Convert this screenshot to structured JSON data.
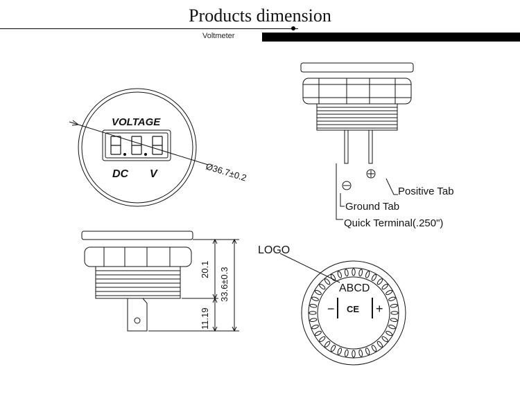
{
  "header": {
    "title": "Products dimension",
    "subtitle": "Voltmeter"
  },
  "front_view": {
    "voltage_label": "VOLTAGE",
    "dc_label": "DC",
    "v_label": "V",
    "diameter_label": "Ø36.7±0.2"
  },
  "side_view": {
    "positive_tab_label": "Positive Tab",
    "ground_tab_label": "Ground Tab",
    "quick_terminal_label": "Quick Terminal(.250\")"
  },
  "dimension_view": {
    "dim_body": "20.1",
    "dim_total": "33.6±0.3",
    "dim_tab": "11.19"
  },
  "back_view": {
    "logo_label": "LOGO",
    "abcd_label": "ABCD",
    "ce_mark": "CE",
    "minus_sign": "−",
    "plus_sign": "+"
  },
  "colors": {
    "line": "#111111",
    "background": "#ffffff"
  }
}
